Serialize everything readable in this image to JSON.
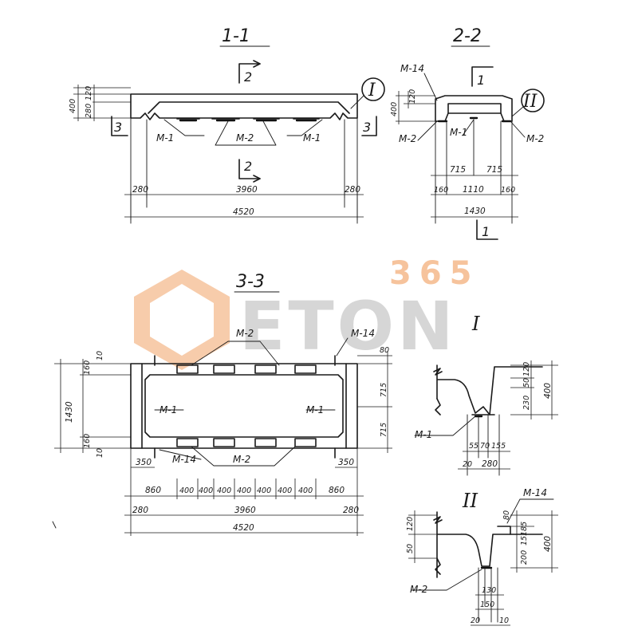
{
  "sections": {
    "s11": "1-1",
    "s22": "2-2",
    "s33": "3-3",
    "detail_I": "I",
    "detail_II": "II"
  },
  "cut_marks": {
    "one": "1",
    "two": "2",
    "three": "3"
  },
  "parts": {
    "m1": "М-1",
    "m2": "М-2",
    "m14": "М-14"
  },
  "dims_11": {
    "h400": "400",
    "h120": "120",
    "h280": "280",
    "left280": "280",
    "mid3960": "3960",
    "right280": "280",
    "total4520": "4520"
  },
  "dims_22": {
    "h400": "400",
    "h120": "120",
    "w715a": "715",
    "w715b": "715",
    "w160a": "160",
    "w1110": "1110",
    "w160b": "160",
    "total1430": "1430"
  },
  "dims_33": {
    "total1430": "1430",
    "t160a": "160",
    "t10a": "10",
    "t160b": "160",
    "t10b": "10",
    "r80": "80",
    "r715a": "715",
    "r715b": "715",
    "l350": "350",
    "r350": "350",
    "s860a": "860",
    "s400_1": "400",
    "s400_2": "400",
    "s400_3": "400",
    "s400_4": "400",
    "s400_5": "400",
    "s400_6": "400",
    "s400_7": "400",
    "s860b": "860",
    "b280a": "280",
    "b3960": "3960",
    "b280b": "280",
    "b4520": "4520"
  },
  "dims_I": {
    "v120": "120",
    "v50": "50",
    "v230": "230",
    "v400": "400",
    "h55": "55",
    "h70": "70",
    "h155": "155",
    "h20": "20",
    "h280": "280"
  },
  "dims_II": {
    "v120": "120",
    "v50": "50",
    "v80": "80",
    "v185": "185",
    "v15": "15",
    "v200": "200",
    "v400": "400",
    "h130": "130",
    "h150": "150",
    "h20": "20",
    "h10": "10"
  },
  "watermark": {
    "number": "365",
    "word": "ETON"
  },
  "colors": {
    "line": "#1a1a1a",
    "watermark_orange": "#f6c39c",
    "watermark_grey": "#d6d6d6"
  }
}
